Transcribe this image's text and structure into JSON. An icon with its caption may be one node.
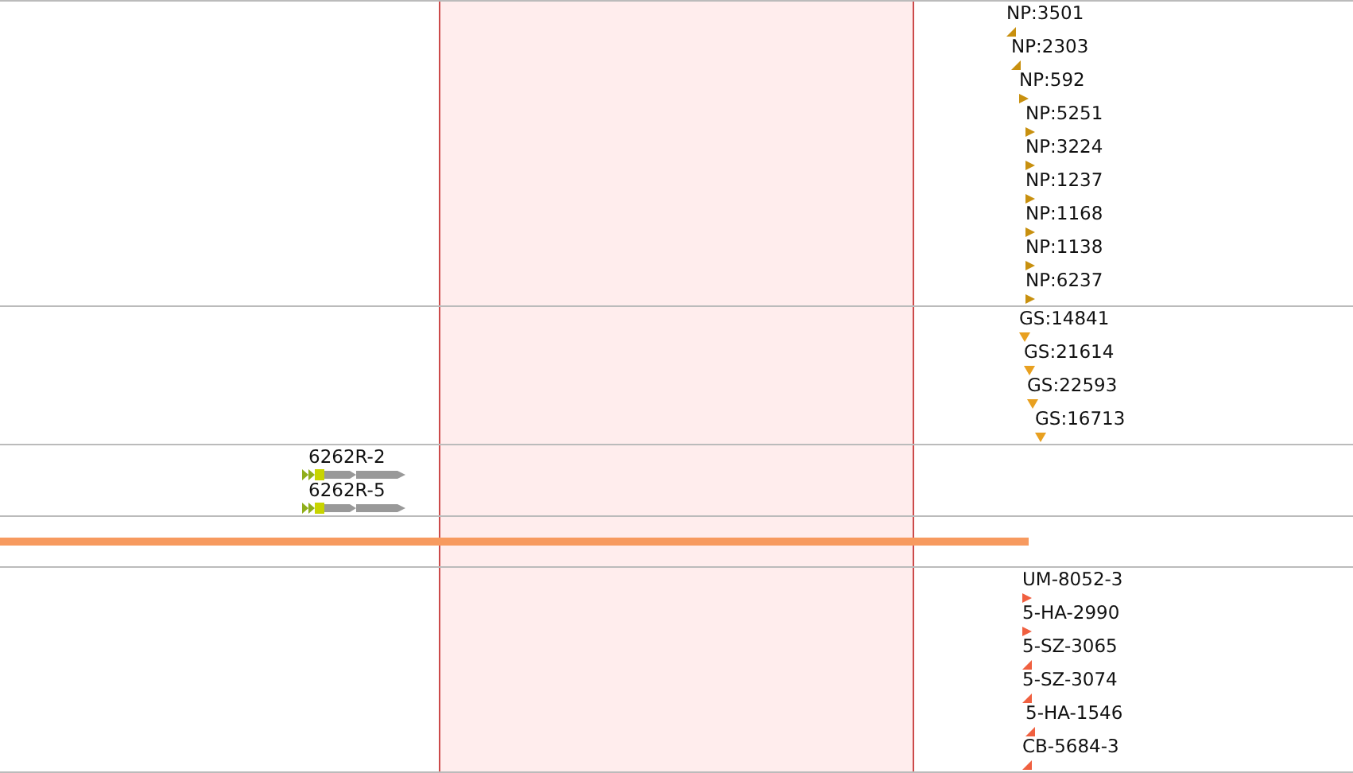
{
  "diagram": {
    "labels": [
      "NP:3501",
      "NP:2303",
      "NP:592",
      "NP:5251",
      "NP:3224",
      "NP:1237",
      "NP:1168",
      "NP:1138",
      "NP:6237",
      "GS:14841",
      "GS:21614",
      "GS:22593",
      "GS:16713",
      "6262R-2",
      "6262R-5",
      "UM-8052-3",
      "5-HA-2990",
      "5-SZ-3065",
      "5-SZ-3074",
      "5-HA-1546",
      "CB-5684-3"
    ]
  }
}
